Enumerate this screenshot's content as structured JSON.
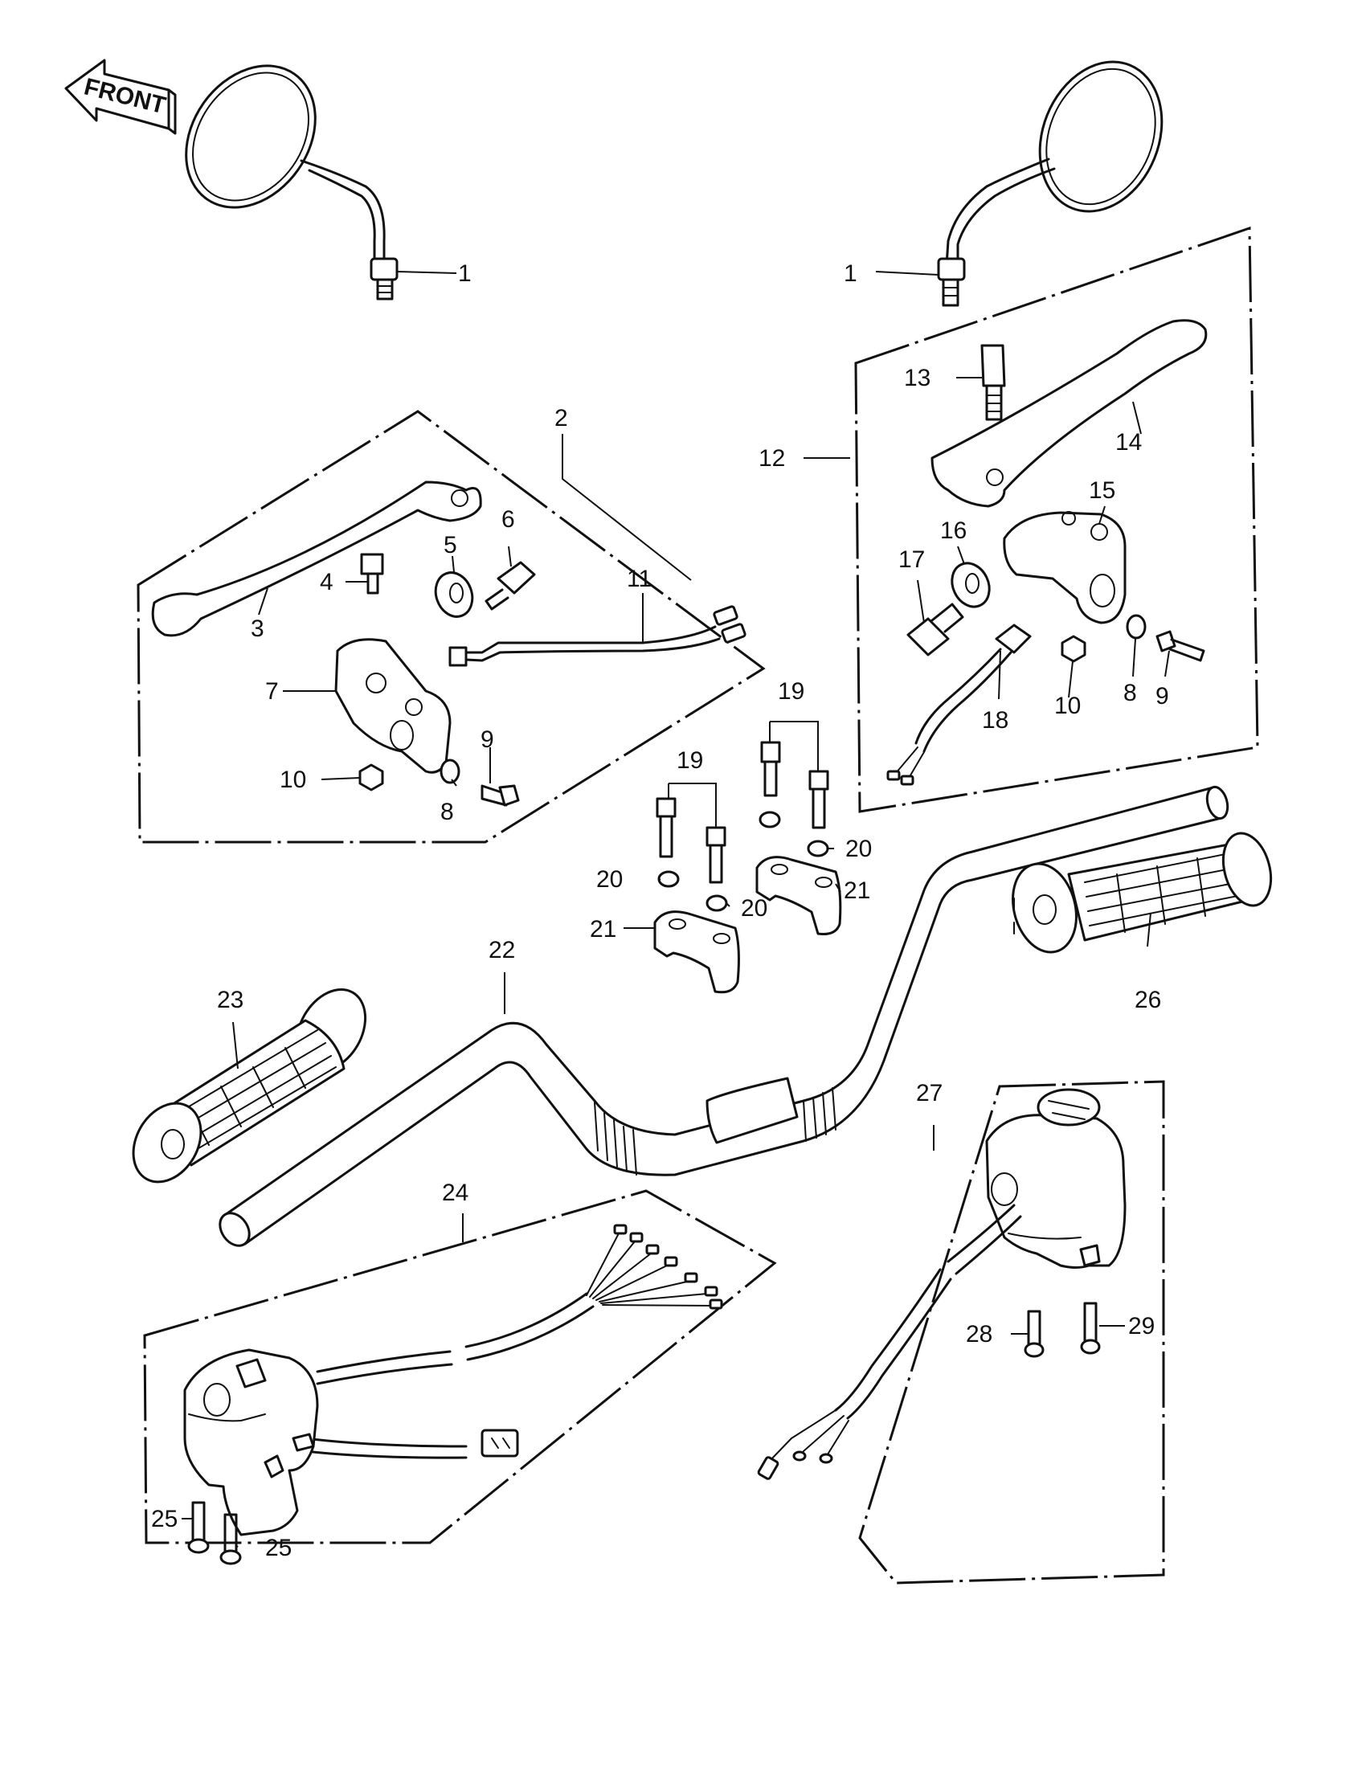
{
  "arrow": {
    "text": "FRONT"
  },
  "callouts": [
    {
      "text": "1"
    },
    {
      "text": "1"
    },
    {
      "text": "2"
    },
    {
      "text": "3"
    },
    {
      "text": "4"
    },
    {
      "text": "5"
    },
    {
      "text": "6"
    },
    {
      "text": "7"
    },
    {
      "text": "8"
    },
    {
      "text": "9"
    },
    {
      "text": "10"
    },
    {
      "text": "11"
    },
    {
      "text": "12"
    },
    {
      "text": "13"
    },
    {
      "text": "14"
    },
    {
      "text": "15"
    },
    {
      "text": "16"
    },
    {
      "text": "17"
    },
    {
      "text": "18"
    },
    {
      "text": "10"
    },
    {
      "text": "8"
    },
    {
      "text": "9"
    },
    {
      "text": "19"
    },
    {
      "text": "19"
    },
    {
      "text": "20"
    },
    {
      "text": "20"
    },
    {
      "text": "20"
    },
    {
      "text": "21"
    },
    {
      "text": "21"
    },
    {
      "text": "22"
    },
    {
      "text": "23"
    },
    {
      "text": "24"
    },
    {
      "text": "25"
    },
    {
      "text": "25"
    },
    {
      "text": "26"
    },
    {
      "text": "27"
    },
    {
      "text": "28"
    },
    {
      "text": "29"
    }
  ]
}
